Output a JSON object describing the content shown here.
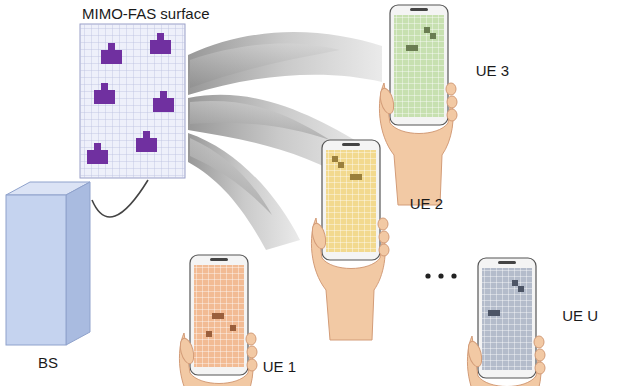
{
  "diagram": {
    "nodes": [
      {
        "text": [
          "MIMO-FAS surface"
        ]
      },
      {
        "text": [
          "UE 3"
        ]
      },
      {
        "text": [
          "UE 2"
        ]
      },
      {
        "text": [
          "UE U"
        ]
      },
      {
        "text": [
          "BS"
        ]
      },
      {
        "text": [
          "UE 1"
        ]
      }
    ],
    "edges": [
      {
        "from": 4,
        "to": 0,
        "arrow": "none"
      }
    ]
  }
}
